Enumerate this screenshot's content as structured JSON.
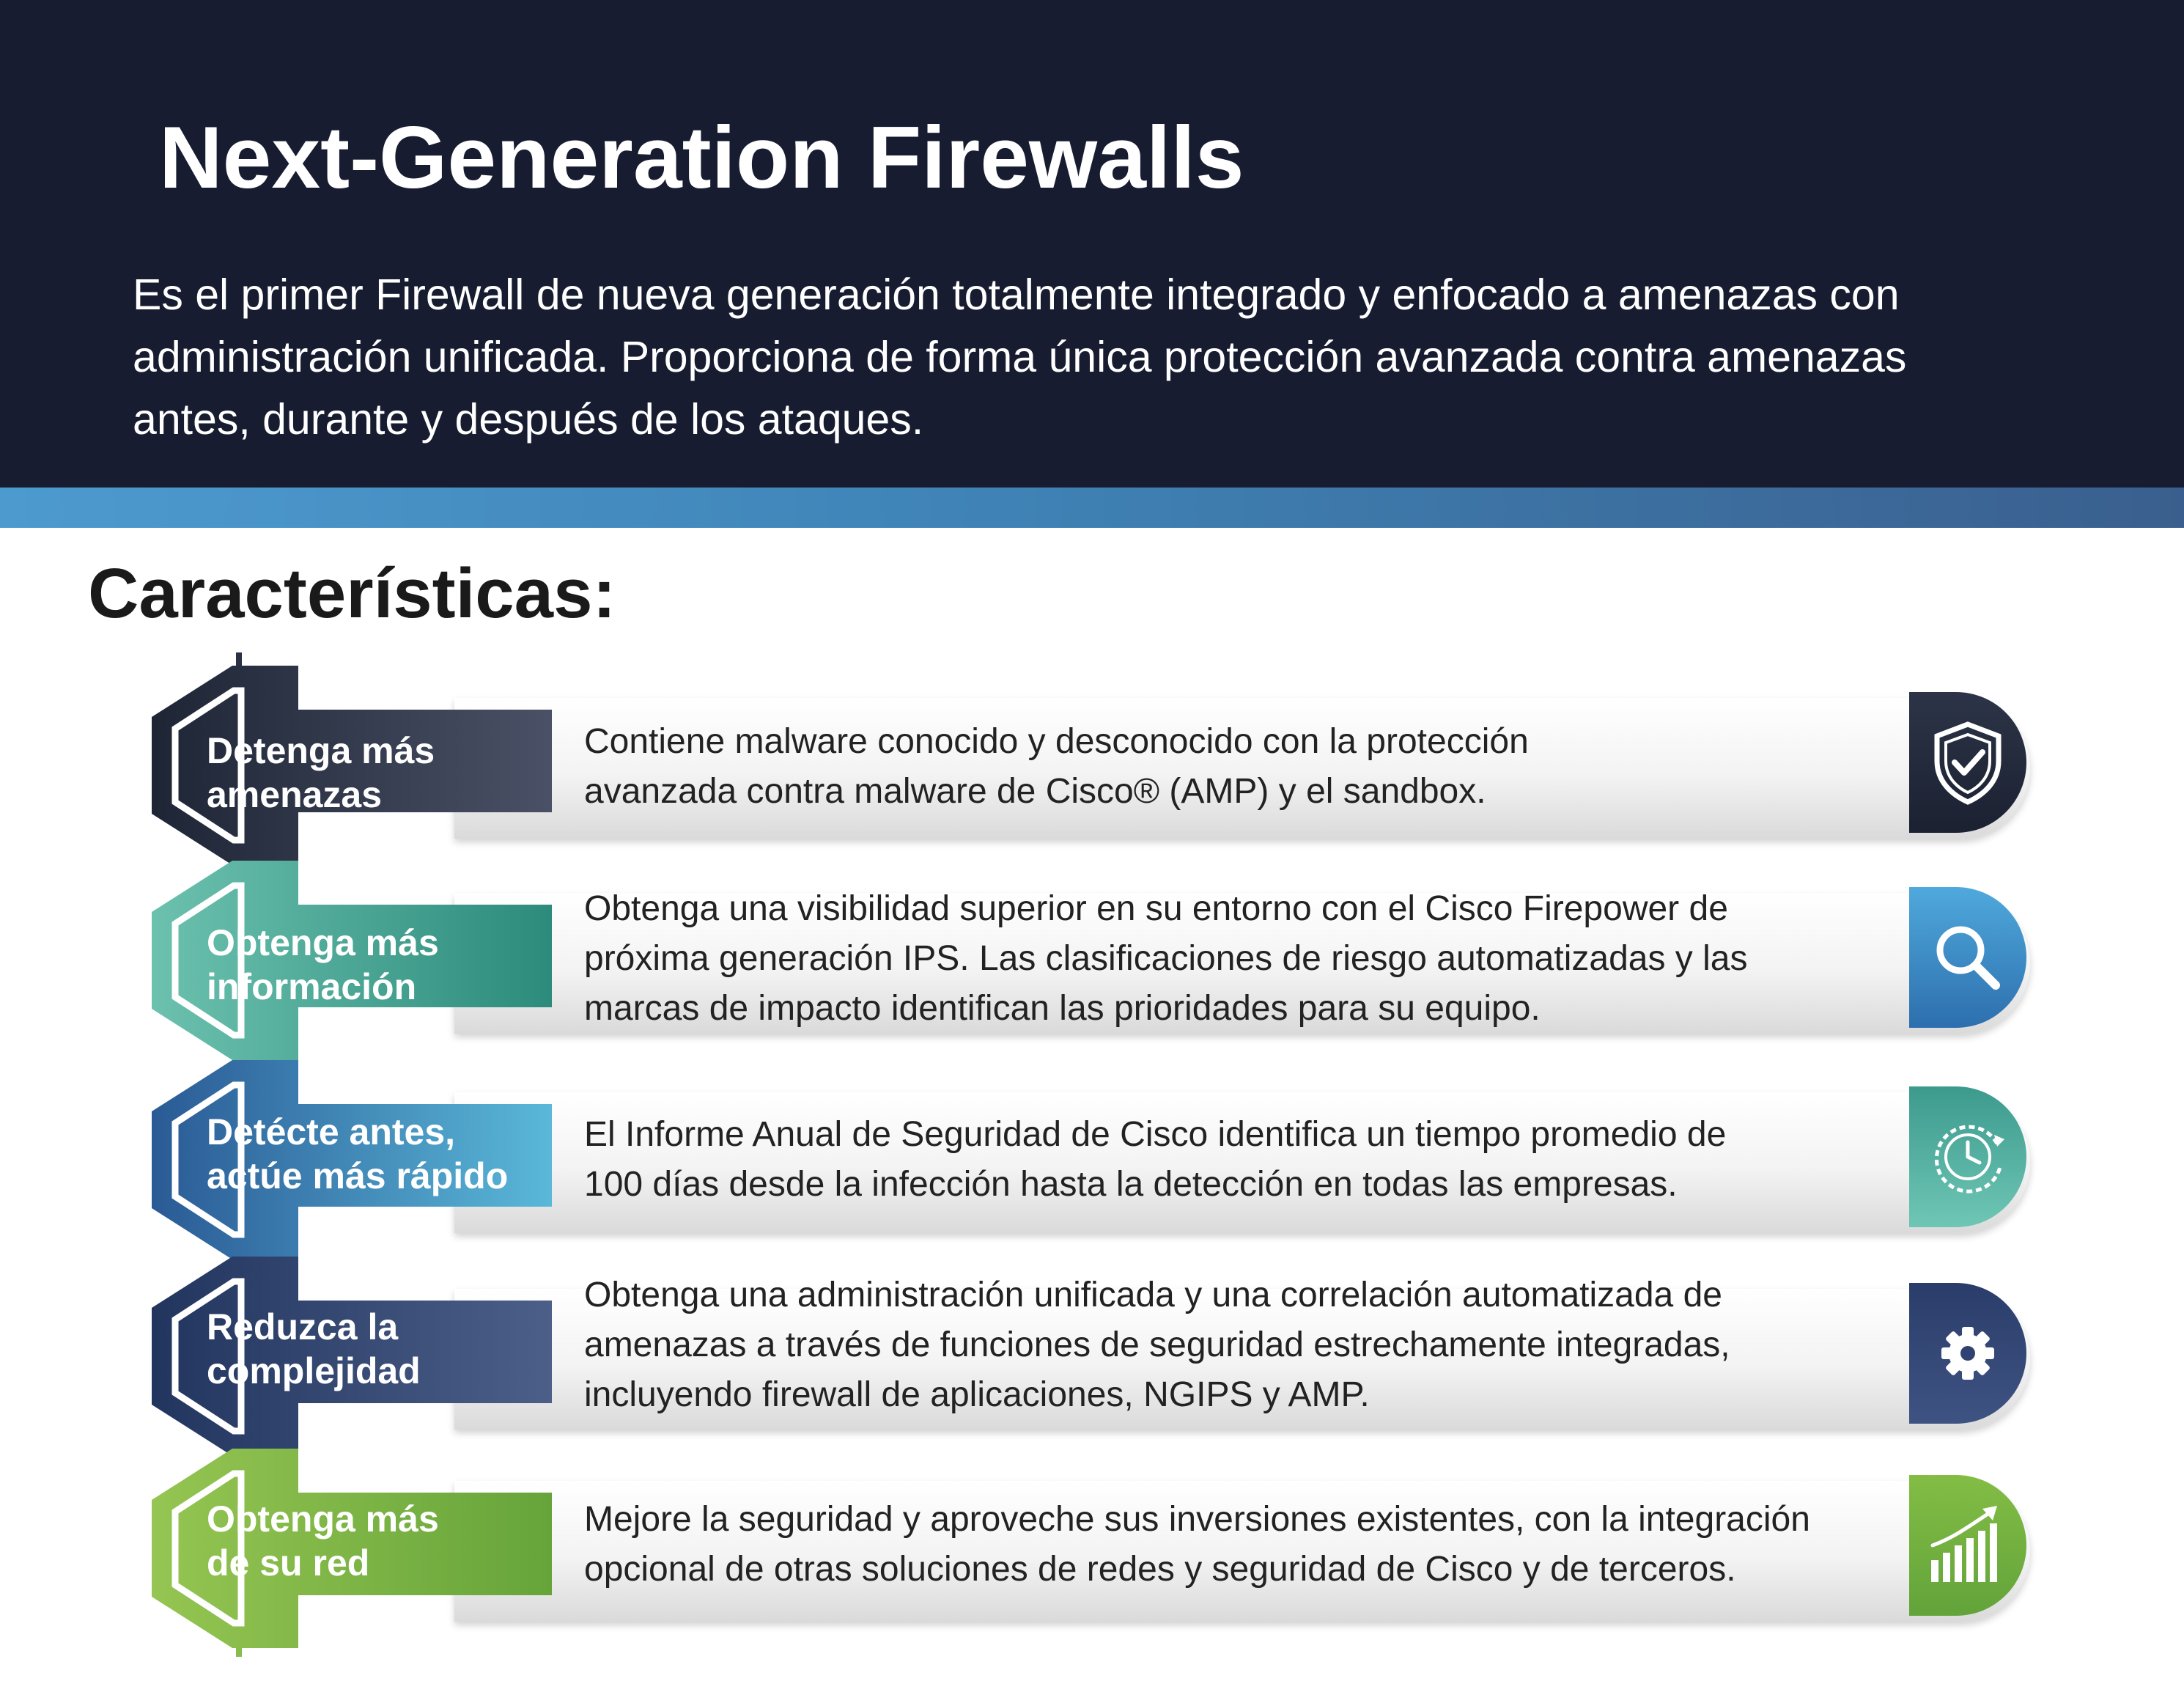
{
  "header": {
    "title": "Next-Generation Firewalls",
    "description_lines": [
      "Es el primer Firewall de nueva generación totalmente integrado y enfocado a amenazas con",
      "administración unificada.  Proporciona de forma única protección avanzada contra amenazas",
      "antes, durante y después de los ataques."
    ]
  },
  "section_title": "Características:",
  "features": [
    {
      "label_lines": [
        "Detenga más",
        "amenazas"
      ],
      "text_lines": [
        "Contiene malware conocido y desconocido con la protección",
        "avanzada contra malware de Cisco® (AMP) y el sandbox."
      ],
      "icon": "shield-check-icon",
      "color_dark": "#1e2535",
      "color_light": "#4a5166"
    },
    {
      "label_lines": [
        "Obtenga más",
        "información"
      ],
      "text_lines": [
        "Obtenga una visibilidad superior en su entorno con el Cisco Firepower de",
        "próxima generación IPS. Las clasificaciones de riesgo automatizadas y las",
        "marcas de impacto identifican las prioridades para su equipo."
      ],
      "icon": "magnifier-icon",
      "color_dark": "#59b4a2",
      "color_light": "#2e8e7f"
    },
    {
      "label_lines": [
        "Detécte antes,",
        "actúe más rápido"
      ],
      "text_lines": [
        "El Informe Anual de Seguridad de Cisco identifica un tiempo promedio de",
        "100 días desde la infección hasta la detección en todas las empresas."
      ],
      "icon": "clock-speed-icon",
      "color_dark": "#2d5e9a",
      "color_light": "#58b7d8"
    },
    {
      "label_lines": [
        "Reduzca la",
        "complejidad"
      ],
      "text_lines": [
        "Obtenga una administración unificada y una correlación automatizada de",
        "amenazas a través de funciones de seguridad estrechamente integradas,",
        "incluyendo firewall de aplicaciones, NGIPS y AMP."
      ],
      "icon": "gear-icon",
      "color_dark": "#263a66",
      "color_light": "#4a5d87"
    },
    {
      "label_lines": [
        "Obtenga más",
        "de su red"
      ],
      "text_lines": [
        "Mejore la seguridad y aproveche sus inversiones existentes, con la integración",
        "opcional de otras soluciones de redes y seguridad de Cisco y de terceros."
      ],
      "icon": "growth-chart-icon",
      "color_dark": "#8fc04c",
      "color_light": "#6aa63a"
    }
  ]
}
